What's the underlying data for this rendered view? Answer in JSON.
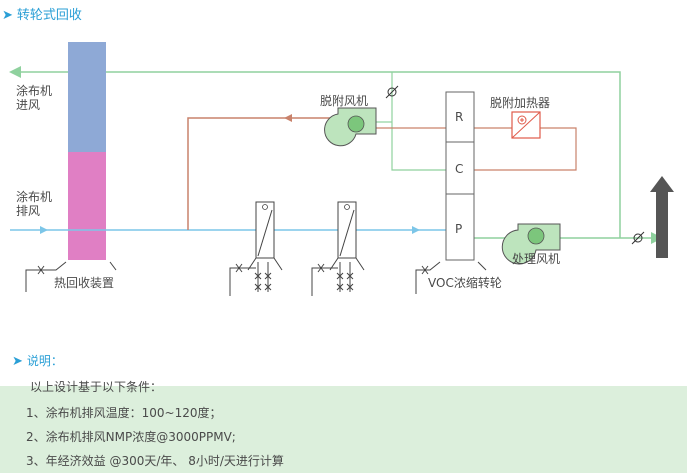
{
  "title": "转轮式回收",
  "labels": {
    "coater_inlet_line1": "涂布机",
    "coater_inlet_line2": "进风",
    "coater_exhaust_line1": "涂布机",
    "coater_exhaust_line2": "排风",
    "heat_recovery": "热回收装置",
    "desorption_fan": "脱附风机",
    "desorption_heater": "脱附加热器",
    "rotor": "VOC浓缩转轮",
    "process_fan": "处理风机",
    "zone_r": "R",
    "zone_c": "C",
    "zone_p": "P"
  },
  "notes": {
    "heading": "说明：",
    "intro": "以上设计基于以下条件：",
    "items": [
      "1、涂布机排风温度：100~120度；",
      "2、涂布机排风NMP浓度@3000PPMV;",
      "3、年经济效益 @300天/年、 8小时/天进行计算"
    ]
  },
  "colors": {
    "accent": "#2a9fd6",
    "fresh_air_line": "#8fd19e",
    "hot_line": "#c9826b",
    "exhaust_line": "#7cc6e8",
    "tower_top": "#8ea9d6",
    "tower_bottom": "#e07fc4",
    "notes_bg": "#dcefdc",
    "stack": "#555555"
  },
  "icons": [
    "arrow-right-icon",
    "fan-icon",
    "heater-icon",
    "damper-icon",
    "valve-icon",
    "stack-arrow-icon"
  ]
}
